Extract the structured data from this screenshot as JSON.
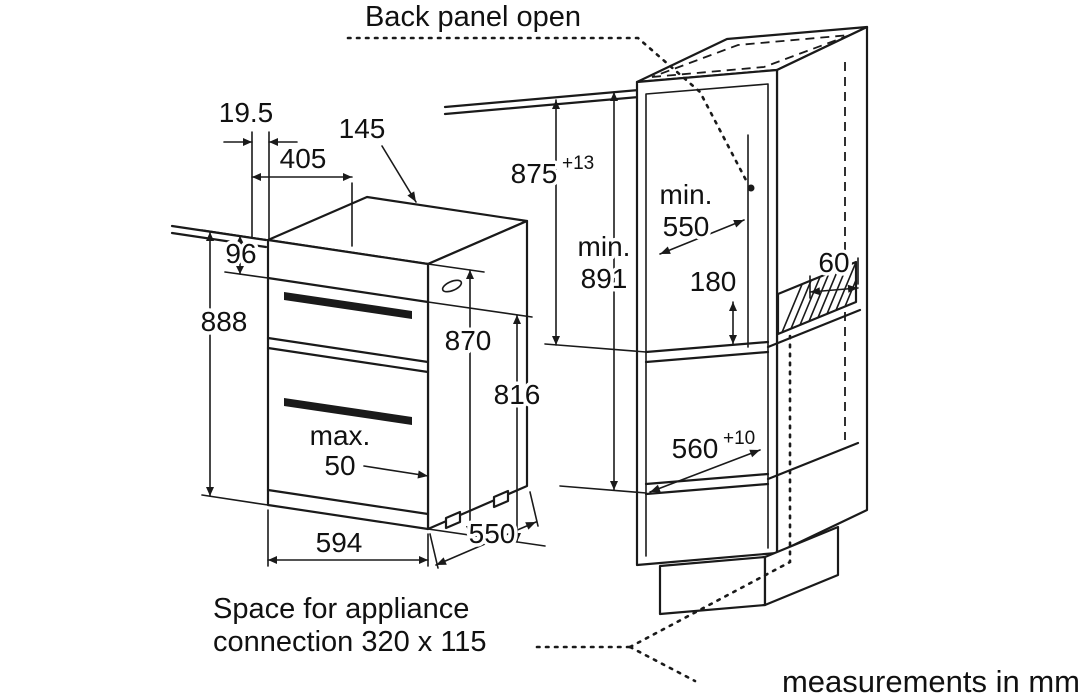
{
  "diagram": {
    "title": "Back panel open",
    "note_line1": "Space for appliance",
    "note_line2": "connection 320 x 115",
    "footer": "measurements in mm"
  },
  "oven_dims": {
    "overhang": "19.5",
    "top_depth": "405",
    "control_depth": "145",
    "control_height": "96",
    "total_height": "888",
    "body_height": "870",
    "lower_height": "816",
    "max_label": "max.",
    "max_value": "50",
    "width": "594",
    "depth": "550"
  },
  "cabinet_dims": {
    "niche_height": "875",
    "niche_height_tolerance": "+13",
    "min_label_height": "min.",
    "min_height": "891",
    "min_label_depth": "min.",
    "min_depth": "550",
    "connection_offset": "180",
    "cutout_width": "60",
    "niche_depth": "560",
    "niche_depth_tolerance": "+10"
  }
}
